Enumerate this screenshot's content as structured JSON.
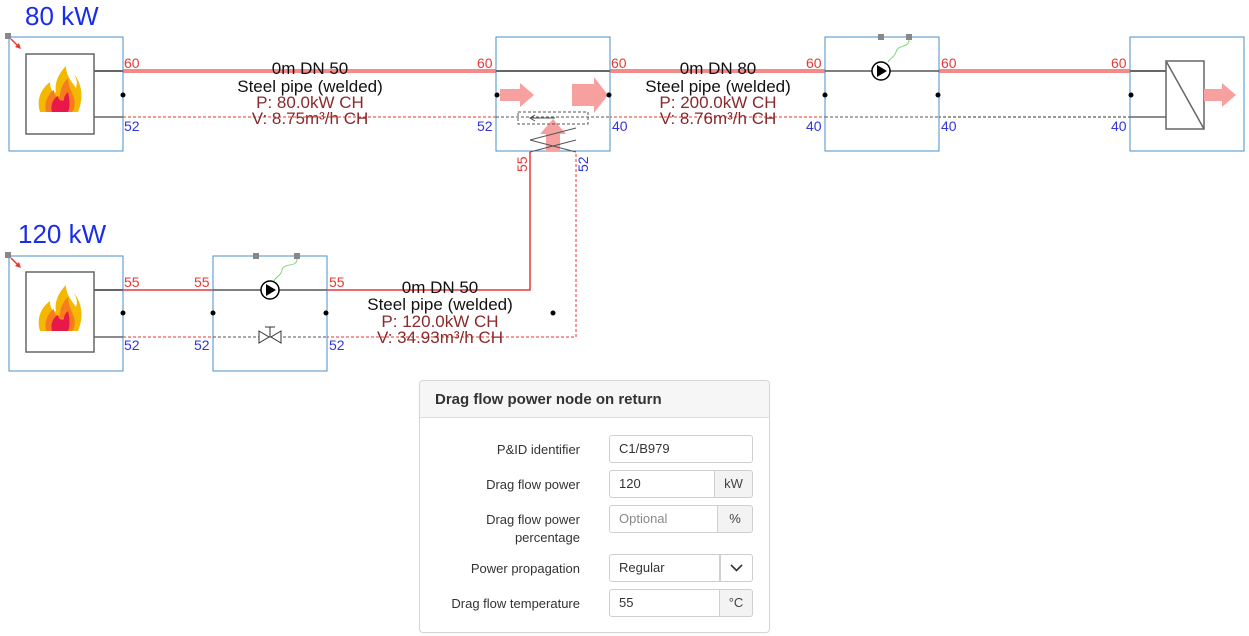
{
  "diagram": {
    "heater_top": {
      "power_label": "80 kW",
      "supply_temp": "60",
      "return_temp": "52"
    },
    "heater_bottom": {
      "power_label": "120 kW",
      "supply_temp": "55",
      "return_temp": "52"
    },
    "pipe_top_left": {
      "size": "0m DN 50",
      "material": "Steel pipe (welded)",
      "power": "P: 80.0kW CH",
      "flow": "V: 8.75m³/h CH"
    },
    "pipe_top_right": {
      "size": "0m DN 80",
      "material": "Steel pipe (welded)",
      "power": "P: 200.0kW CH",
      "flow": "V: 8.76m³/h CH"
    },
    "pipe_bottom": {
      "size": "0m DN 50",
      "material": "Steel pipe (welded)",
      "power": "P: 120.0kW CH",
      "flow": "V: 34.93m³/h CH"
    },
    "mixer": {
      "in_supply": "60",
      "in_return": "52",
      "out_supply": "60",
      "out_return": "40",
      "branch_supply": "55",
      "branch_return": "52"
    },
    "pump_top": {
      "in_supply": "60",
      "out_supply": "60",
      "in_return": "40",
      "out_return": "40"
    },
    "pump_bottom": {
      "in_supply": "55",
      "out_supply": "55",
      "in_return": "52",
      "out_return": "52"
    },
    "consumer": {
      "supply": "60",
      "return": "40"
    }
  },
  "panel": {
    "title": "Drag flow power node on return",
    "pid_label": "P&ID identifier",
    "pid_value": "C1/B979",
    "power_label": "Drag flow power",
    "power_value": "120",
    "power_unit": "kW",
    "pct_label_1": "Drag flow power",
    "pct_label_2": "percentage",
    "pct_placeholder": "Optional",
    "pct_unit": "%",
    "prop_label": "Power propagation",
    "prop_value": "Regular",
    "temp_label": "Drag flow temperature",
    "temp_value": "55",
    "temp_unit": "°C"
  },
  "colors": {
    "supply": "#e53935",
    "supply_light": "#f48a8a",
    "return_temp": "#3333dd",
    "frame": "#4a90c8",
    "title_blue": "#1a2ee6",
    "pipe_text": "#8a2a2a"
  }
}
